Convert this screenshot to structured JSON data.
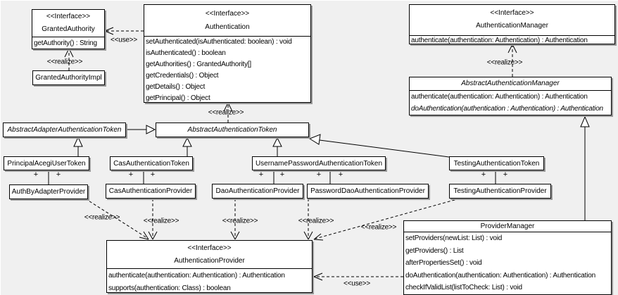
{
  "diagram": {
    "background": "#f0f0f0",
    "box_fill": "#ffffff",
    "line_color": "#000000",
    "shadow_color": "#999999"
  },
  "classes": {
    "granted_authority": {
      "stereotype": "<<Interface>>",
      "name": "GrantedAuthority",
      "methods": [
        "getAuthority() : String"
      ]
    },
    "granted_authority_impl": {
      "name": "GrantedAuthorityImpl"
    },
    "authentication": {
      "stereotype": "<<Interface>>",
      "name": "Authentication",
      "methods": [
        "setAuthenticated(isAuthenticated: boolean) : void",
        "isAuthenticated() : boolean",
        "getAuthorities() : GrantedAuthority[]",
        "getCredentials() : Object",
        "getDetails() : Object",
        "getPrincipal() : Object"
      ]
    },
    "authentication_manager": {
      "stereotype": "<<Interface>>",
      "name": "AuthenticationManager",
      "methods": [
        "authenticate(authentication: Authentication) : Authentication"
      ]
    },
    "abstract_authentication_manager": {
      "name": "AbstractAuthenticationManager",
      "methods": [
        "authenticate(authentication: Authentication) : Authentication",
        "doAuthentication(authentication : Authentication) : Authentication"
      ]
    },
    "abstract_adapter_authentication_token": {
      "name": "AbstractAdapterAuthenticationToken"
    },
    "abstract_authentication_token": {
      "name": "AbstractAuthenticationToken"
    },
    "principal_acegi_user_token": {
      "name": "PrincipalAcegiUserToken"
    },
    "cas_authentication_token": {
      "name": "CasAuthenticationToken"
    },
    "username_password_authentication_token": {
      "name": "UsernamePasswordAuthenticationToken"
    },
    "testing_authentication_token": {
      "name": "TestingAuthenticationToken"
    },
    "auth_by_adapter_provider": {
      "name": "AuthByAdapterProvider"
    },
    "cas_authentication_provider": {
      "name": "CasAuthenticationProvider"
    },
    "dao_authentication_provider": {
      "name": "DaoAuthenticationProvider"
    },
    "password_dao_authentication_provider": {
      "name": "PasswordDaoAuthenticationProvider"
    },
    "testing_authentication_provider": {
      "name": "TestingAuthenticationProvider"
    },
    "authentication_provider": {
      "stereotype": "<<Interface>>",
      "name": "AuthenticationProvider",
      "methods": [
        "authenticate(authentication: Authentication) : Authentication",
        "supports(authentication: Class) : boolean"
      ]
    },
    "provider_manager": {
      "name": "ProviderManager",
      "methods": [
        "setProviders(newList: List) : void",
        "getProviders() : List",
        "afterPropertiesSet() : void",
        "doAuthentication(authentication: Authentication) : Authentication",
        "checkIfValidList(listToCheck: List) : void"
      ]
    }
  },
  "edge_labels": [
    {
      "id": "use-granted-authority",
      "text": "<<use>>"
    },
    {
      "id": "realize-granted-authority-impl",
      "text": "<<realize>>"
    },
    {
      "id": "realize-abstract-authentication-token",
      "text": "<<realize>>"
    },
    {
      "id": "realize-abstract-authentication-manager",
      "text": "<<realize>>"
    },
    {
      "id": "realize-auth-by-adapter-provider",
      "text": "<<realize>>"
    },
    {
      "id": "realize-cas-authentication-provider",
      "text": "<<realize>>"
    },
    {
      "id": "realize-dao-authentication-provider",
      "text": "<<realize>>"
    },
    {
      "id": "realize-password-dao-authentication-provider",
      "text": "<<realize>>"
    },
    {
      "id": "realize-testing-authentication-provider",
      "text": "<<realize>>"
    },
    {
      "id": "use-provider-manager",
      "text": "<<use>>"
    }
  ],
  "association_end_symbol": "+"
}
